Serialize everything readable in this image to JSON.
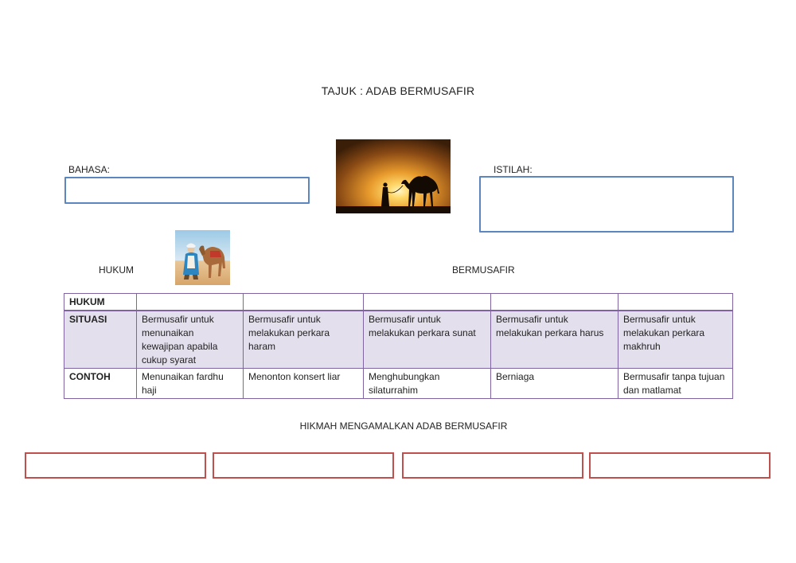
{
  "title": "TAJUK : ADAB BERMUSAFIR",
  "bahasa_label": "BAHASA:",
  "istilah_label": "ISTILAH:",
  "hukum_label": "HUKUM",
  "bermusafir_label": "BERMUSAFIR",
  "table": {
    "rows": [
      {
        "head": "HUKUM",
        "cells": [
          "",
          "",
          "",
          "",
          ""
        ]
      },
      {
        "head": "SITUASI",
        "cells": [
          "Bermusafir untuk menunaikan kewajipan apabila cukup syarat",
          "Bermusafir untuk melakukan perkara haram",
          "Bermusafir untuk melakukan perkara sunat",
          "Bermusafir untuk melakukan perkara harus",
          "Bermusafir untuk melakukan perkara makhruh"
        ]
      },
      {
        "head": "CONTOH",
        "cells": [
          "Menunaikan fardhu haji",
          "Menonton konsert liar",
          "Menghubungkan silaturrahim",
          "Berniaga",
          "Bermusafir tanpa tujuan dan matlamat"
        ]
      }
    ]
  },
  "hikmah_label": "HIKMAH MENGAMALKAN ADAB BERMUSAFIR",
  "colors": {
    "blue_border": "#5b86c0",
    "red_border": "#c0504d",
    "table_border": "#8064a2",
    "situasi_bg": "#e4dfec"
  }
}
